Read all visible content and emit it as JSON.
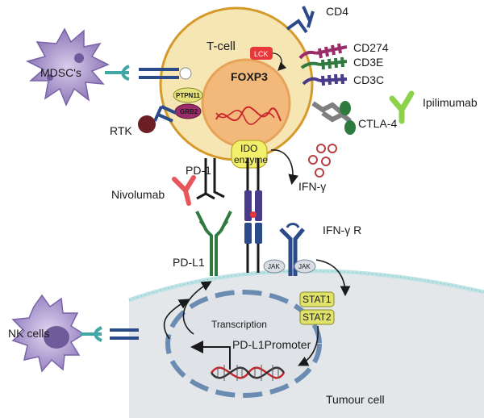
{
  "labels": {
    "cd4": "CD4",
    "cd274": "CD274",
    "cd3e": "CD3E",
    "cd3c": "CD3C",
    "ctla4": "CTLA-4",
    "ipilimumab": "Ipilimumab",
    "tcell": "T-cell",
    "lck": "LCK",
    "foxp3": "FOXP3",
    "mdscs": "MDSC's",
    "ptpn11": "PTPN11",
    "grb2": "GRB2",
    "rtk": "RTK",
    "ido_line1": "IDO",
    "ido_line2": "enzyme",
    "ifng": "IFN-γ",
    "pd1": "PD-1",
    "nivolumab": "Nivolumab",
    "ifngr": "IFN-γ R",
    "pdl1": "PD-L1",
    "jak1": "JAK",
    "jak2": "JAK",
    "stat1": "STAT1",
    "stat2": "STAT2",
    "nk_cells": "NK cells",
    "transcription": "Transcription",
    "promoter": "PD-L1Promoter",
    "tumour_cell": "Tumour cell"
  },
  "colors": {
    "tcell_fill": "#f6e6b4",
    "tcell_stroke": "#d49a2a",
    "nucleus_fill": "#f2b97a",
    "lck": "#e8373a",
    "ptpn11": "#e6e37a",
    "grb2": "#9b2c6a",
    "rtk": "#6b1e24",
    "receptor_blue": "#2b4a8a",
    "receptor_green": "#2f7a3e",
    "cd274": "#9b2c6a",
    "ipilimumab": "#8bd24a",
    "nivolumab": "#e8555a",
    "ifng": "#b84040",
    "tumour_fill": "#e4e7ea",
    "membrane": "#bfe3e4",
    "nuclear_dash": "#6a8bb2",
    "stat": "#e0e26a",
    "mdsc": "#9f8bc4",
    "teal": "#3fa8a5",
    "dna_red": "#c9252c"
  }
}
